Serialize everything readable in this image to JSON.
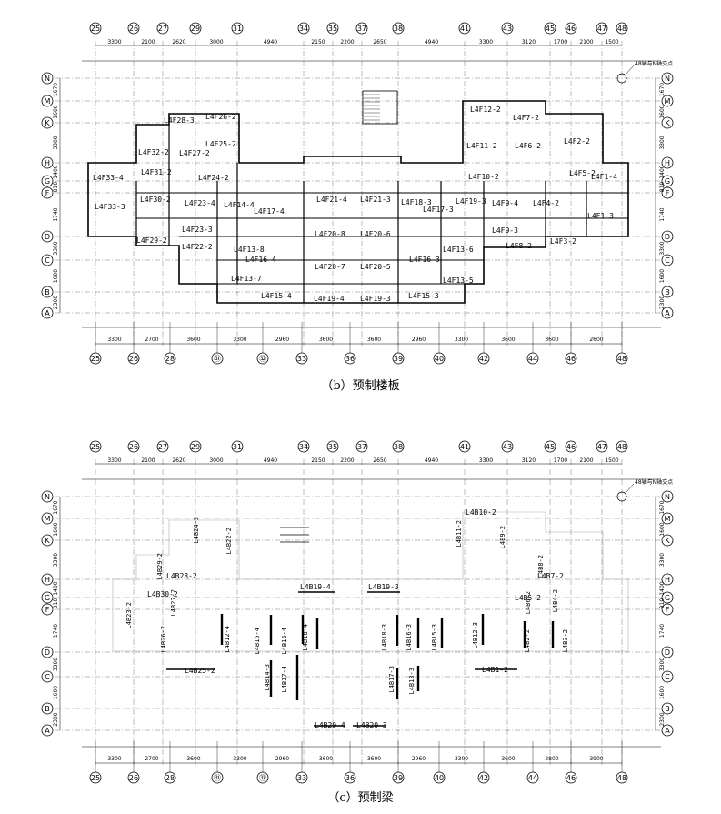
{
  "top_axes": [
    "25",
    "26",
    "27",
    "29",
    "31",
    "34",
    "35",
    "37",
    "38",
    "41",
    "43",
    "45",
    "46",
    "47",
    "48"
  ],
  "bottom_axes_b": [
    "25",
    "26",
    "28",
    "㉛",
    "㉜",
    "33",
    "36",
    "39",
    "40",
    "42",
    "44",
    "46",
    "48"
  ],
  "bottom_axes_c": [
    "25",
    "26",
    "28",
    "㉛",
    "㉜",
    "33",
    "36",
    "39",
    "40",
    "42",
    "44",
    "46",
    "48"
  ],
  "row_axes": [
    "N",
    "M",
    "K",
    "H",
    "G",
    "F",
    "D",
    "C",
    "B",
    "A"
  ],
  "top_dims": [
    "3300",
    "2100",
    "2620",
    "3000",
    "4940",
    "2150",
    "2200",
    "2650",
    "4940",
    "3300",
    "3120",
    "1700",
    "2100",
    "1500"
  ],
  "bottom_dims_b": [
    "3300",
    "2700",
    "3600",
    "3300",
    "2960",
    "3600",
    "3600",
    "2960",
    "3300",
    "3600",
    "3600",
    "2600"
  ],
  "bottom_dims_c": [
    "3300",
    "2700",
    "3600",
    "3300",
    "2960",
    "3600",
    "3600",
    "2960",
    "3300",
    "3600",
    "2800",
    "3900"
  ],
  "left_dims": [
    "1670",
    "1600",
    "3300",
    "1400",
    "810",
    "1740",
    "3300",
    "1600",
    "2300",
    "1600"
  ],
  "note_b": "48轴与N轴交点",
  "note_c": "48轴与N轴交点",
  "caption_b": "（b）预制楼板",
  "caption_c": "（c）预制梁",
  "slabs": [
    "L4F26-2",
    "L4F28-3",
    "L4F25-2",
    "L4F27-2",
    "L4F32-2",
    "L4F31-2",
    "L4F24-2",
    "L4F33-4",
    "L4F33-3",
    "L4F30-2",
    "L4F23-4",
    "L4F23-3",
    "L4F22-2",
    "L4F29-2",
    "L4F14-4",
    "L4F17-4",
    "L4F21-4",
    "L4F21-3",
    "L4F18-3",
    "L4F19-3",
    "L4F13-8",
    "L4F16-4",
    "L4F20-8",
    "L4F20-6",
    "L4F17-3",
    "L4F16-3",
    "L4F13-6",
    "L4F13-7",
    "L4F20-7",
    "L4F20-5",
    "L4F13-5",
    "L4F15-4",
    "L4F19-4",
    "L4F19-3",
    "L4F15-3",
    "L4F12-2",
    "L4F7-2",
    "L4F11-2",
    "L4F6-2",
    "L4F2-2",
    "L4F10-2",
    "L4F5-2",
    "L4F1-4",
    "L4F9-4",
    "L4F4-2",
    "L4F1-3",
    "L4F9-3",
    "L4F8-2",
    "L4F3-2"
  ],
  "beams": [
    "L4B24-3",
    "L4B22-2",
    "L4B10-2",
    "L4B11-2",
    "L4B9-2",
    "L4B29-2",
    "L4B28-2",
    "L4B30-2",
    "L4B27-2",
    "L4B23-2",
    "L4B26-2",
    "L4B25-2",
    "L4B12-4",
    "L4B15-4",
    "L4B16-4",
    "L4B18-4",
    "L4B19-4",
    "L4B19-3",
    "L4B18-3",
    "L4B16-3",
    "L4B15-3",
    "L4B12-3",
    "L4B14-3",
    "L4B17-4",
    "L4B17-3",
    "L4B13-3",
    "L4B8-2",
    "L4B7-2",
    "L4B6-2",
    "L4B5-2",
    "L4B4-2",
    "L4B2-2",
    "L4B3-2",
    "L4B1-2",
    "L4B20-4",
    "L4B20-3"
  ]
}
